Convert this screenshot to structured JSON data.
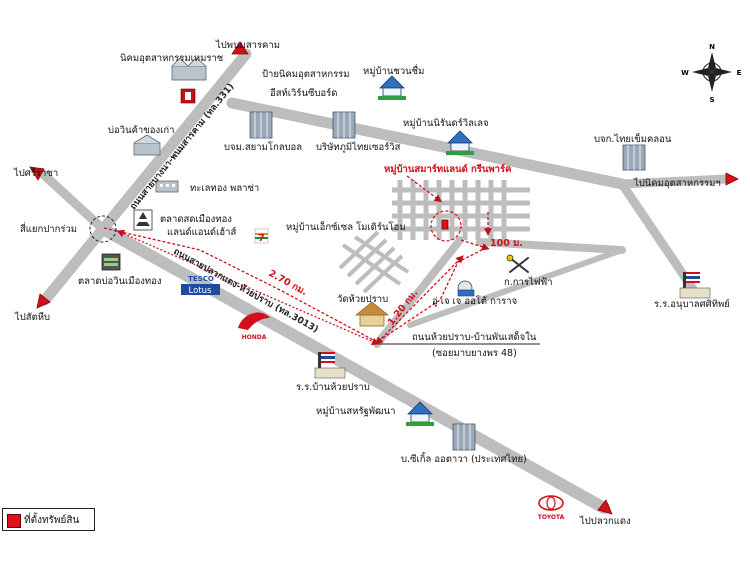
{
  "colors": {
    "road": "#bdbdbd",
    "route": "#d0101a",
    "property": "#e0101a",
    "building": "#9aa9b8",
    "house_roof": "#2f6fbf",
    "house_base": "#2e9e3e"
  },
  "compass": {
    "n": "N",
    "e": "E",
    "s": "S",
    "w": "W"
  },
  "labels": {
    "to_phanom": "ไปพนมสารคาม",
    "industrial_hemaraj": "นิคมอุตสาหกรรมเหมราช",
    "sign_industrial": "ป้ายนิคมอุตสาหกรรม",
    "sign_eastern": "อีสท์เวิร์นซีบอร์ด",
    "village_chuanchom": "หมู่บ้านชวนชื่ม",
    "road_bangna": "ถนนสายบางนา-พนมสารคาม (ทล.331)",
    "bokhwai": "บ่อวินค้าของเก่า",
    "bjm_siam": "บจม.สยามโกลบอล",
    "company_phumi": "บริษัทภูมิไทยเซอร์วิส",
    "village_nirun": "หมู่บ้านนิรันดร์วิลเลจ",
    "co_thaiflex": "บจก.ไทยเข็มคลอน",
    "to_sriracha": "ไปศรีราชา",
    "thalaythong": "ทะเลทอง พลาซ่า",
    "village_smart": "หมู่บ้านสมาร์ทแลนด์ กรีนพาร์ค",
    "to_industrial_e": "ไปนิคมอุตสาหกรรมฯ",
    "market_muangthong": "ตลาดสดเมืองทอง",
    "land_house": "แลนด์แอนด์เฮ้าส์",
    "intersection": "สี่แยกปากร่วม",
    "village_excel": "หมู่บ้านเอ็กซ์เซล โมเดิร์นโฮม",
    "road_nongkho": "ถนนสายปลวกแดง-ห้วยปราบ (ทล.3013)",
    "dist_270": "2.70 กม.",
    "dist_100": "100 ม.",
    "market_bowin": "ตลาดบ่อวินเมืองทอง",
    "tesco": "TESCO",
    "lotus": "Lotus",
    "electricity": "ก.การไฟฟ้า",
    "garage": "อู่ เจ เจ ออโต้ การาจ",
    "wat": "วัดห้วยปราบ",
    "dist_120": "1.20 กม.",
    "hospital": "ร.ร.อนุบาลศศิทิพย์",
    "honda": "HONDA",
    "road_huaiprap": "ถนนห้วยปราบ-บ้านพันเสด็จใน",
    "road_soi": "(ซอยมาบยางพร 48)",
    "to_sattahip": "ไปสัตหีบ",
    "school_huaiprap": "ร.ร.บ้านห้วยปราบ",
    "village_sahat": "หมู่บ้านสหรัฐพัฒนา",
    "co_seagull": "บ.ซีเกิ้ล ออตาวา (ประเทศไทย)",
    "toyota": "TOYOTA",
    "to_pluakdaeng": "ไปปลวกแดง",
    "seven": "7"
  },
  "legend": {
    "label": "ที่ตั้งทรัพย์สิน"
  }
}
